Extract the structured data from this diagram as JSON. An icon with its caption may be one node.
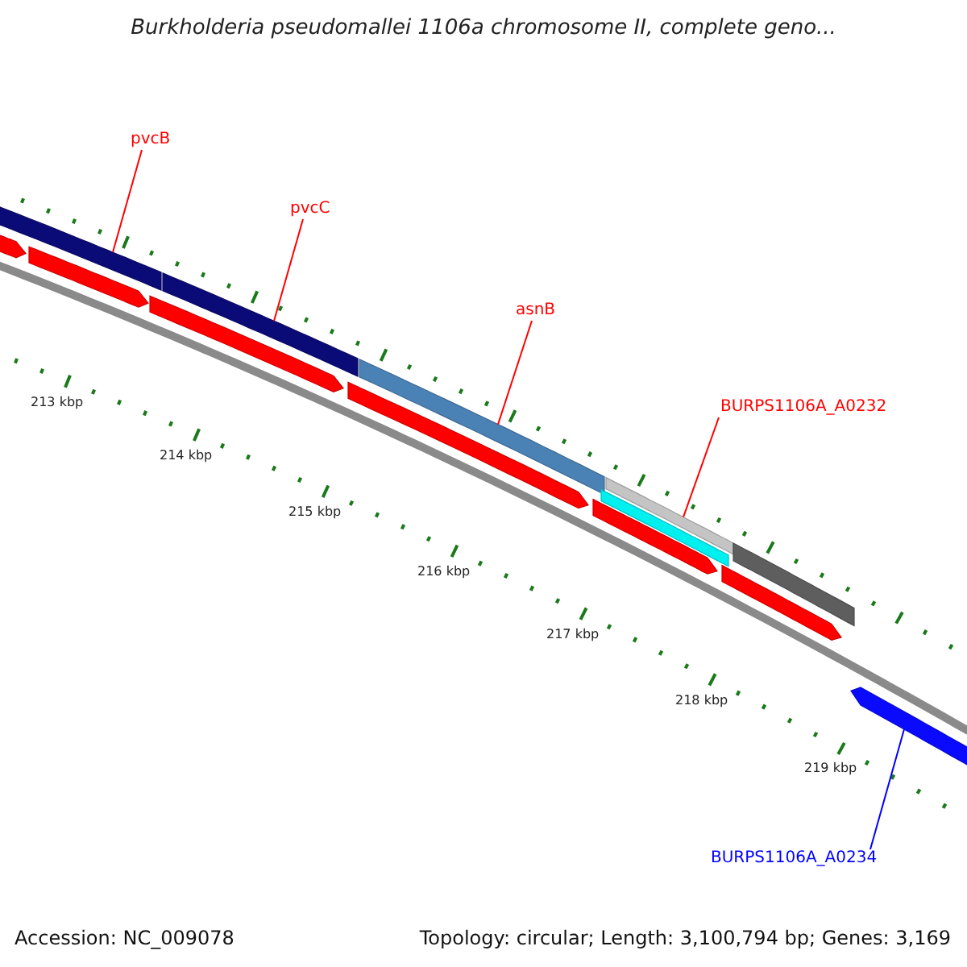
{
  "diagram": {
    "title": "Burkholderia pseudomallei 1106a chromosome II, complete geno...",
    "nodes": [
      {
        "text": [
          "pvcB"
        ]
      },
      {
        "text": [
          "pvcC"
        ]
      },
      {
        "text": [
          "asnB"
        ]
      },
      {
        "text": [
          "BURPS1106A_A0232"
        ]
      },
      {
        "text": [
          "BURPS1106A_A0234"
        ]
      },
      {
        "text": [],
        "shape": "bar"
      },
      {
        "text": [],
        "shape": "bar"
      },
      {
        "text": [],
        "shape": "bar"
      },
      {
        "text": [],
        "shape": "bar"
      },
      {
        "text": [],
        "shape": "bar"
      },
      {
        "text": [],
        "shape": "bar"
      },
      {
        "text": [],
        "shape": "bar"
      },
      {
        "text": [],
        "shape": "bar"
      },
      {
        "text": [],
        "shape": "bar"
      },
      {
        "text": [],
        "shape": "bar"
      },
      {
        "text": [],
        "shape": "bar"
      },
      {
        "text": [],
        "shape": "bar"
      },
      {
        "text": [],
        "shape": "bar"
      }
    ],
    "edges": [
      {
        "from": 0,
        "to": 5,
        "arrow": "none"
      },
      {
        "from": 1,
        "to": 6,
        "arrow": "none"
      },
      {
        "from": 2,
        "to": 7,
        "arrow": "none"
      },
      {
        "from": 3,
        "to": 8,
        "arrow": "none"
      },
      {
        "from": 4,
        "to": 9,
        "arrow": "none",
        "color": "#0000ff"
      }
    ],
    "labels": [
      "213 kbp",
      "214 kbp",
      "215 kbp",
      "216 kbp",
      "217 kbp",
      "218 kbp",
      "219 kbp",
      "Accession: NC_009078",
      "Topology: circular; Length: 3,100,794 bp; Genes: 3,169"
    ]
  }
}
